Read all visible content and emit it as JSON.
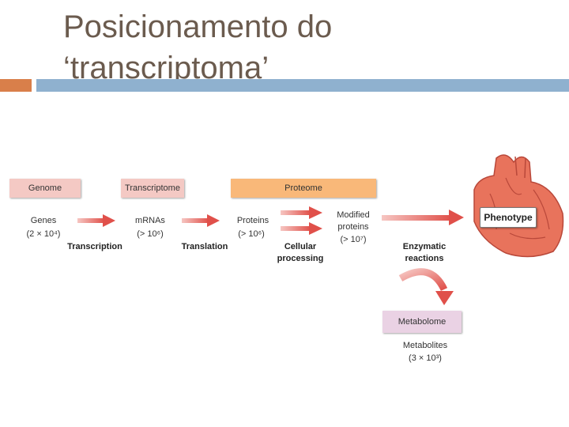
{
  "slide": {
    "title_line1": "Posicionamento do",
    "title_line2": "‘transcriptoma’"
  },
  "colors": {
    "accent_orange": "#d97f4a",
    "accent_blue": "#8fb1cf",
    "arrow_red": "#e0504a",
    "heart": "#e8735c"
  },
  "diagram": {
    "boxes": {
      "genome": "Genome",
      "transcriptome": "Transcriptome",
      "proteome": "Proteome",
      "metabolome": "Metabolome",
      "phenotype": "Phenotype"
    },
    "entities": {
      "genes": "Genes",
      "genes_count": "(2 × 10⁴)",
      "mrnas": "mRNAs",
      "mrnas_count": "(> 10⁶)",
      "proteins": "Proteins",
      "proteins_count": "(> 10⁶)",
      "modified_line1": "Modified",
      "modified_line2": "proteins",
      "modified_count": "(> 10⁷)",
      "metabolites": "Metabolites",
      "metabolites_count": "(3 × 10³)"
    },
    "processes": {
      "transcription": "Transcription",
      "translation": "Translation",
      "cellular_line1": "Cellular",
      "cellular_line2": "processing",
      "enzymatic_line1": "Enzymatic",
      "enzymatic_line2": "reactions"
    },
    "icons": {
      "heart": "heart-icon"
    }
  }
}
